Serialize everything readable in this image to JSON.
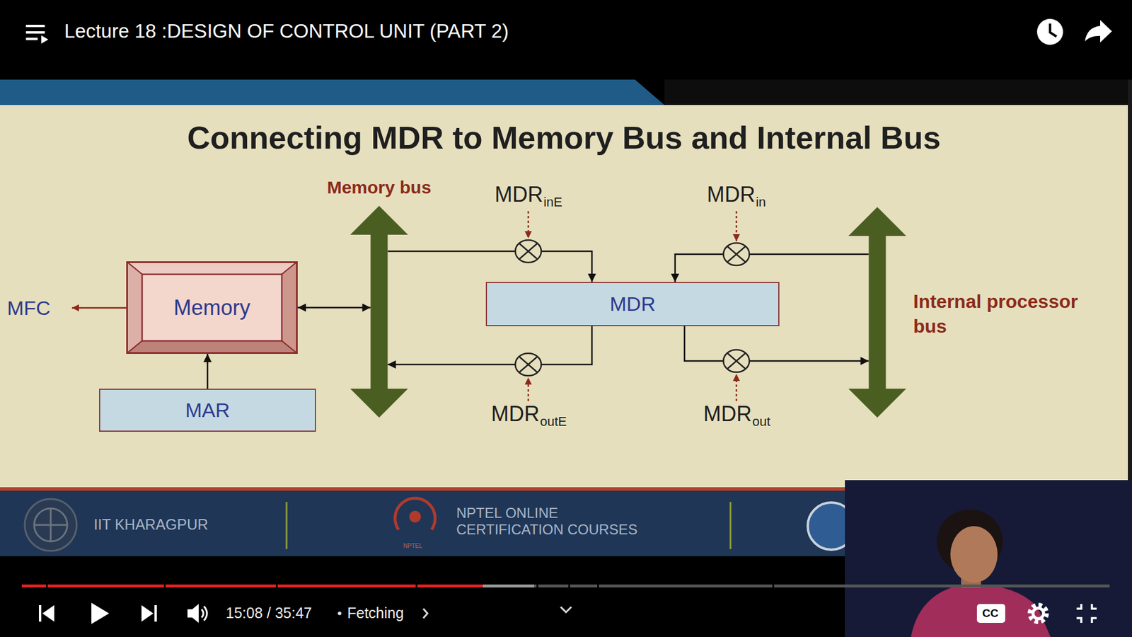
{
  "diagram": {
    "title": "Connecting MDR to Memory Bus and Internal Bus",
    "nodes": [
      {
        "text": [
          "Memory"
        ]
      },
      {
        "text": [
          "MAR"
        ]
      },
      {
        "text": [
          "Memory bus"
        ]
      },
      {
        "text": [
          "MDR"
        ]
      },
      {
        "text": [
          "Internal processor bus"
        ]
      }
    ],
    "edges": [
      {
        "from": 1,
        "to": 0,
        "arrow": "to"
      },
      {
        "from": 0,
        "to": 2,
        "arrow": "both"
      },
      {
        "from": 2,
        "to": 3,
        "arrow": "to"
      },
      {
        "from": 3,
        "to": 2,
        "arrow": "to"
      },
      {
        "from": 4,
        "to": 3,
        "arrow": "to"
      },
      {
        "from": 3,
        "to": 4,
        "arrow": "to"
      }
    ],
    "labels": [
      "Lecture 18 :DESIGN OF CONTROL UNIT (PART 2)",
      "MFC",
      "MDR",
      "inE",
      "MDR",
      "in",
      "MDR",
      "outE",
      "MDR",
      "out",
      "IIT KHARAGPUR",
      "NPTEL ONLINE CERTIFICATION COURSES",
      "NPTEL",
      "15:08 / 35:47",
      "Fetching",
      "CC"
    ]
  }
}
